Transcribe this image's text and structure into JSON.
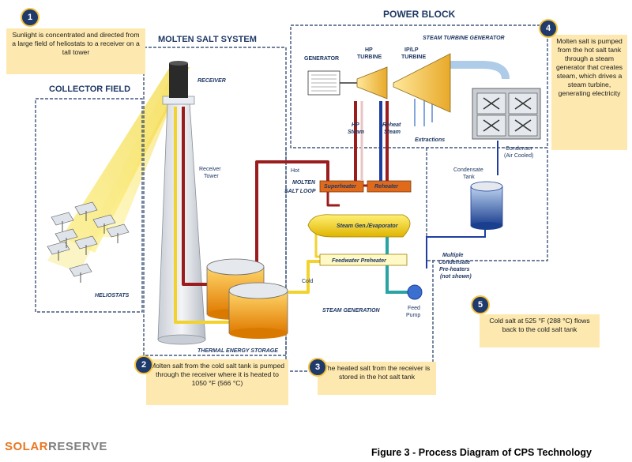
{
  "sections": {
    "power_block": "POWER BLOCK",
    "molten_salt_system": "MOLTEN SALT SYSTEM",
    "collector_field": "COLLECTOR FIELD",
    "steam_turbine_generator": "STEAM TURBINE GENERATOR",
    "molten_salt_loop_1": "MOLTEN",
    "molten_salt_loop_2": "SALT LOOP",
    "steam_generation": "STEAM GENERATION",
    "thermal_energy_storage": "THERMAL ENERGY STORAGE"
  },
  "components": {
    "receiver": "RECEIVER",
    "receiver_tower_1": "Receiver",
    "receiver_tower_2": "Tower",
    "heliostats": "HELIOSTATS",
    "generator": "GENERATOR",
    "hp_turbine_1": "HP",
    "hp_turbine_2": "TURBINE",
    "iplp_turbine_1": "IP/LP",
    "iplp_turbine_2": "TURBINE",
    "hp_steam_1": "HP",
    "hp_steam_2": "Steam",
    "reheat_steam_1": "Reheat",
    "reheat_steam_2": "Steam",
    "extractions": "Extractions",
    "condenser_1": "Condenser",
    "condenser_2": "(Air Cooled)",
    "condensate_tank_1": "Condensate",
    "condensate_tank_2": "Tank",
    "superheater": "Superheater",
    "reheater": "Reheater",
    "steam_gen": "Steam Gen./Evaporator",
    "feedwater_preheater": "Feedwater Preheater",
    "hot": "Hot",
    "cold": "Cold",
    "feed_pump_1": "Feed",
    "feed_pump_2": "Pump",
    "multiple_1": "Multiple",
    "multiple_2": "Condensate",
    "multiple_3": "Pre-heaters",
    "multiple_4": "(not shown)"
  },
  "callouts": [
    {
      "num": "1",
      "text": "Sunlight is concentrated and directed from a large field of heliostats to a receiver on a tall tower"
    },
    {
      "num": "2",
      "text": "Molten salt from the cold salt tank is pumped through the receiver where it is heated to 1050 °F (566 °C)"
    },
    {
      "num": "3",
      "text": "The heated salt from the receiver is stored in the hot salt tank"
    },
    {
      "num": "4",
      "text": "Molten salt is pumped from the hot salt tank through a steam generator that creates steam, which drives a steam turbine, generating electricity"
    },
    {
      "num": "5",
      "text": "Cold salt at 525 °F (288 °C) flows back to the cold salt tank"
    }
  ],
  "logo": {
    "part1": "SOLAR",
    "part2": "RESERVE"
  },
  "caption": "Figure 3 - Process Diagram of CPS Technology",
  "colors": {
    "hot_salt": "#9b1c1c",
    "cold_salt": "#f2d22e",
    "water": "#29a3a3",
    "boundary": "#1f3864"
  }
}
